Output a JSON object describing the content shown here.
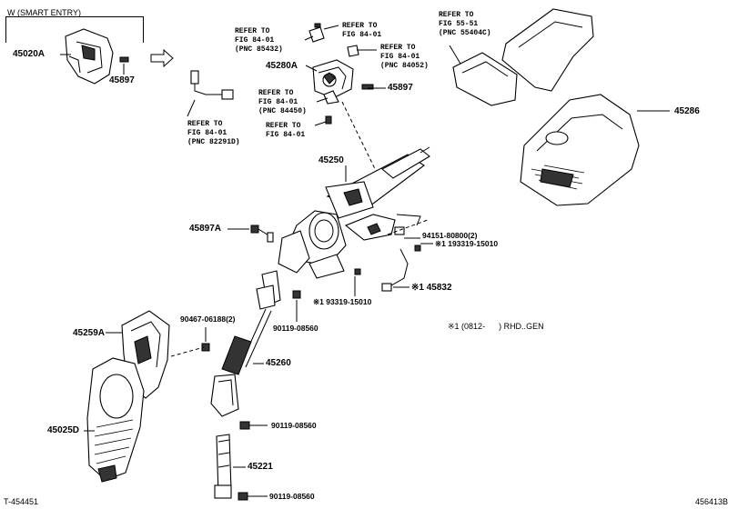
{
  "variant": {
    "label": "W (SMART ENTRY)"
  },
  "parts": {
    "p45020A": "45020A",
    "p45897_top": "45897",
    "p45280A": "45280A",
    "p45897_mid": "45897",
    "p45286": "45286",
    "p45250": "45250",
    "p45897A": "45897A",
    "p94151": "94151-80800(2)",
    "p193319_a": "※1 193319-15010",
    "p45832": "※1 45832",
    "p193319_b": "※1 93319-15010",
    "p90467": "90467-06188(2)",
    "p45259A": "45259A",
    "p90119_a": "90119-08560",
    "p45260": "45260",
    "p45025D": "45025D",
    "p90119_b": "90119-08560",
    "p45221": "45221",
    "p90119_c": "90119-08560"
  },
  "refs": {
    "ref_85432": "REFER TO\nFIG 84-01\n(PNC 85432)",
    "ref_top_right": "REFER TO\nFIG 84-01",
    "ref_84052": "REFER TO\nFIG 84-01\n(PNC 84052)",
    "ref_55404C": "REFER TO\nFIG 55-51\n(PNC 55404C)",
    "ref_82291D": "REFER TO\nFIG 84-01\n(PNC 82291D)",
    "ref_84450": "REFER TO\nFIG 84-01\n(PNC 84450)",
    "ref_small": "REFER TO\nFIG 84-01"
  },
  "note": {
    "text": "※1 (0812-      ) RHD..GEN"
  },
  "footer": {
    "left": "T-454451",
    "right": "456413B"
  },
  "icons": [
    "arrow-right-icon"
  ]
}
